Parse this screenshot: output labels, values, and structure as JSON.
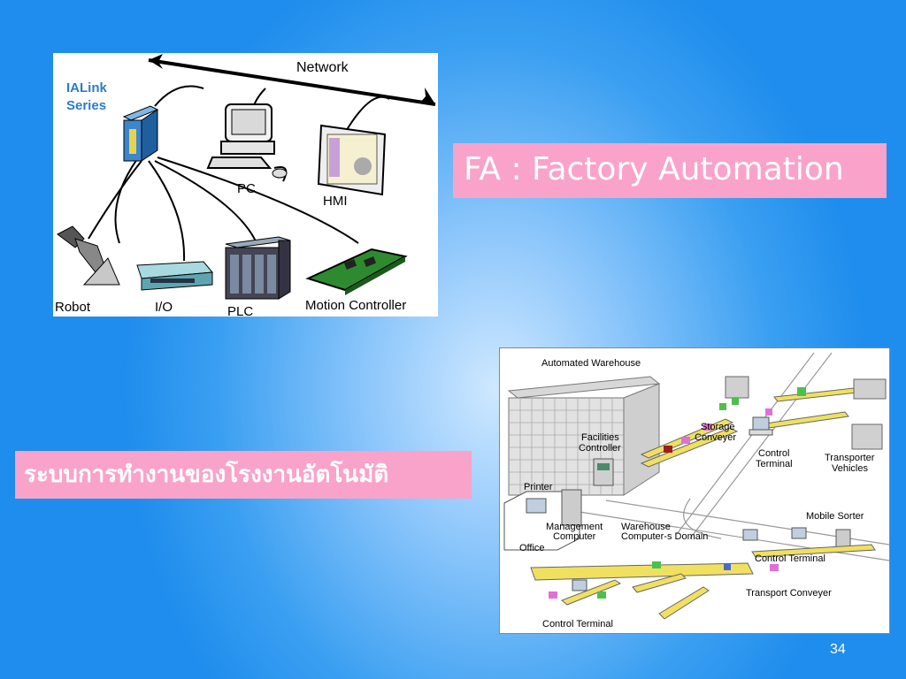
{
  "slide": {
    "title": "FA : Factory Automation",
    "subtitle_thai": "ระบบการทำงานของโรงงานอัตโนมัติ",
    "page_number": "34"
  },
  "network_diagram": {
    "network_label": "Network",
    "ialink_line1": "IALink",
    "ialink_line2": "Series",
    "pc_label": "PC",
    "hmi_label": "HMI",
    "robot_label": "Robot",
    "io_label": "I/O",
    "plc_label": "PLC",
    "motion_label": "Motion Controller"
  },
  "warehouse_diagram": {
    "automated_warehouse": "Automated Warehouse",
    "storage_line1": "Storage",
    "storage_line2": "Conveyer",
    "facilities_line1": "Facilities",
    "facilities_line2": "Controller",
    "control_terminal_line1": "Control",
    "control_terminal_line2": "Terminal",
    "transporter_line1": "Transporter",
    "transporter_line2": "Vehicles",
    "printer": "Printer",
    "mobile_sorter": "Mobile Sorter",
    "management_line1": "Management",
    "management_line2": "Computer",
    "warehouse_line1": "Warehouse",
    "warehouse_line2": "Computer-s Domain",
    "office": "Office",
    "control_terminal_mid": "Control Terminal",
    "transport_conveyer": "Transport Conveyer",
    "control_terminal_bottom": "Control Terminal"
  }
}
